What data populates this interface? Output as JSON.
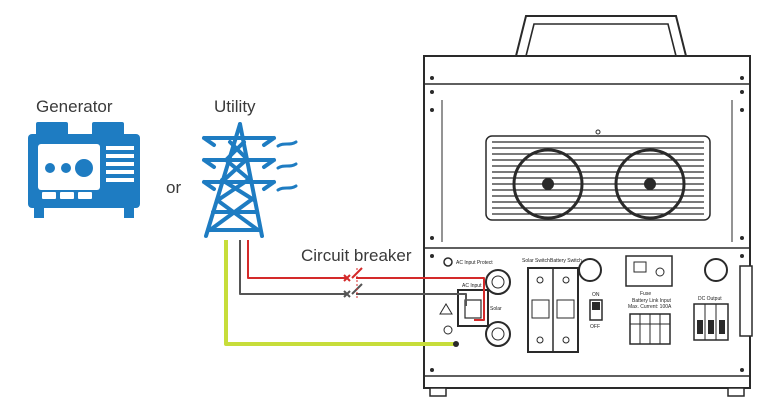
{
  "labels": {
    "generator": "Generator",
    "or": "or",
    "utility": "Utility",
    "circuit_breaker": "Circuit breaker"
  },
  "panel_text": {
    "ac_input_protect": "AC Input Protect",
    "ac_input": "AC Input",
    "solar": "Solar",
    "solar_switch": "Solar Switch",
    "battery_switch": "Battery Switch",
    "on": "ON",
    "off": "OFF",
    "fuse": "Fuse",
    "battery_line1": "Battery Link Input",
    "battery_line2": "Max. Current: 100A",
    "dc_output": "DC Output"
  },
  "colors": {
    "icon_blue": "#1e7cc2",
    "live_wire": "#d42a2a",
    "neutral_wire": "#555555",
    "ground_wire": "#c7dd3a",
    "outline": "#2a2a2a"
  },
  "icons": [
    "generator-icon",
    "utility-tower-icon",
    "inverter-unit"
  ]
}
